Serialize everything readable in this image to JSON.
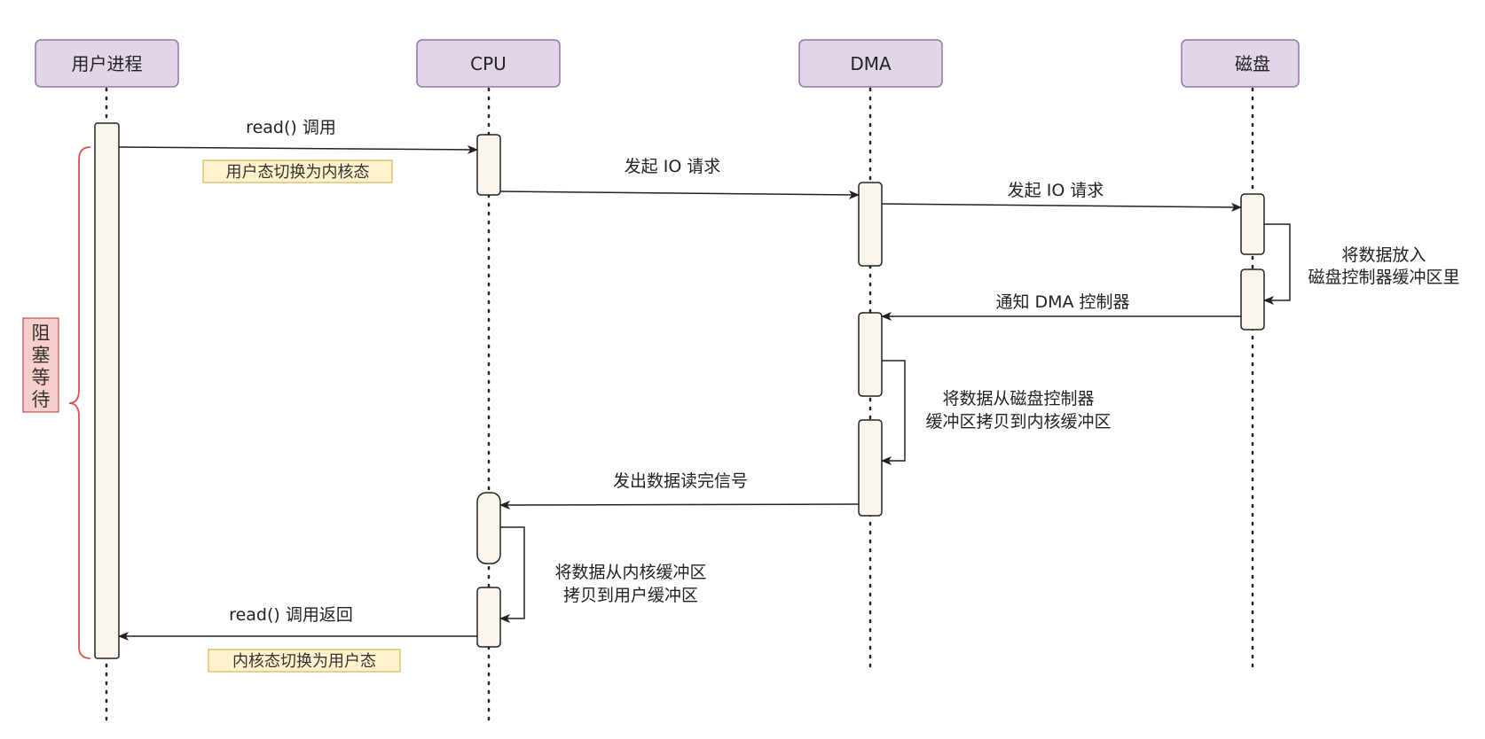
{
  "participants": [
    {
      "id": "user",
      "label": "用户进程"
    },
    {
      "id": "cpu",
      "label": "CPU"
    },
    {
      "id": "dma",
      "label": "DMA"
    },
    {
      "id": "disk",
      "label": "磁盘"
    }
  ],
  "messages": {
    "read_call": "read() 调用",
    "cpu_to_dma": "发起 IO 请求",
    "dma_to_disk": "发起 IO 请求",
    "disk_self_line1": "将数据放入",
    "disk_self_line2": "磁盘控制器缓冲区里",
    "notify_dma": "通知 DMA 控制器",
    "dma_self_line1": "将数据从磁盘控制器",
    "dma_self_line2": "缓冲区拷贝到内核缓冲区",
    "read_done": "发出数据读完信号",
    "cpu_self_line1": "将数据从内核缓冲区",
    "cpu_self_line2": "拷贝到用户缓冲区",
    "read_return": "read() 调用返回"
  },
  "notes": {
    "to_kernel": "用户态切换为内核态",
    "to_user": "内核态切换为用户态"
  },
  "blocking": [
    "阻",
    "塞",
    "等",
    "待"
  ],
  "colors": {
    "participant_fill": "#e1d5e7",
    "participant_stroke": "#9673a6",
    "activation_fill": "#f9f7ed",
    "note_fill": "#fff2cc",
    "note_stroke": "#d6b656",
    "block_fill": "#f8cecc",
    "block_stroke": "#b85450",
    "brace": "#e05050",
    "line": "#222222"
  }
}
